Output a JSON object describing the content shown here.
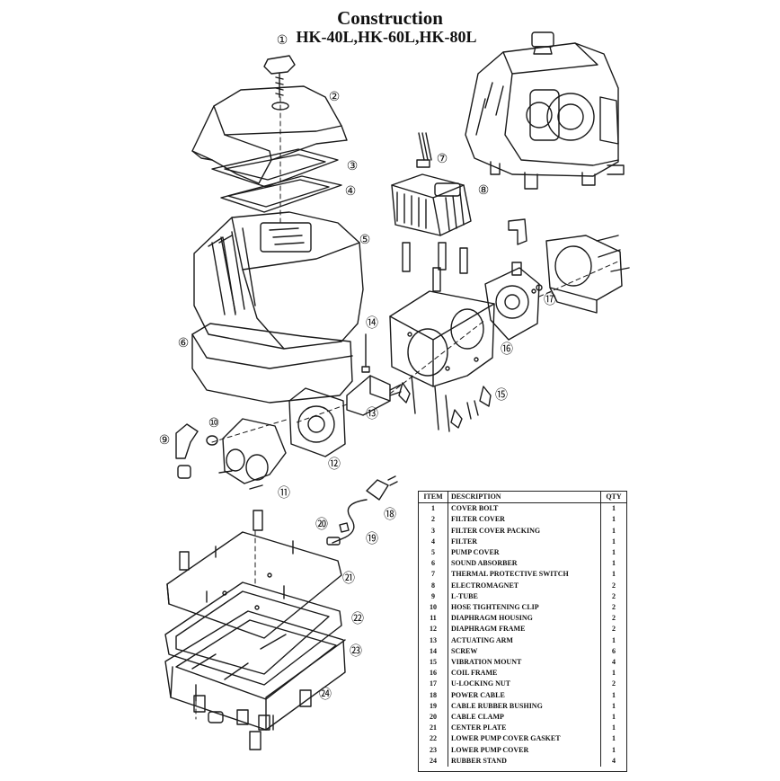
{
  "title": "Construction",
  "subtitle": "HK-40L,HK-60L,HK-80L",
  "callouts": [
    "①",
    "②",
    "③",
    "④",
    "⑤",
    "⑥",
    "⑦",
    "⑧",
    "⑨",
    "⑩",
    "⑪",
    "⑫",
    "⑬",
    "⑭",
    "⑮",
    "⑯",
    "⑰",
    "⑱",
    "⑲",
    "⑳",
    "㉑",
    "㉒",
    "㉓",
    "㉔"
  ],
  "parts_table": {
    "headers": {
      "item": "ITEM",
      "description": "DESCRIPTION",
      "qty": "QTY"
    },
    "rows": [
      {
        "item": "1",
        "description": "COVER BOLT",
        "qty": "1"
      },
      {
        "item": "2",
        "description": "FILTER COVER",
        "qty": "1"
      },
      {
        "item": "3",
        "description": "FILTER COVER PACKING",
        "qty": "1"
      },
      {
        "item": "4",
        "description": "FILTER",
        "qty": "1"
      },
      {
        "item": "5",
        "description": "PUMP COVER",
        "qty": "1"
      },
      {
        "item": "6",
        "description": "SOUND ABSORBER",
        "qty": "1"
      },
      {
        "item": "7",
        "description": "THERMAL PROTECTIVE SWITCH",
        "qty": "1"
      },
      {
        "item": "8",
        "description": "ELECTROMAGNET",
        "qty": "2"
      },
      {
        "item": "9",
        "description": "L-TUBE",
        "qty": "2"
      },
      {
        "item": "10",
        "description": "HOSE TIGHTENING CLIP",
        "qty": "2"
      },
      {
        "item": "11",
        "description": "DIAPHRAGM HOUSING",
        "qty": "2"
      },
      {
        "item": "12",
        "description": "DIAPHRAGM FRAME",
        "qty": "2"
      },
      {
        "item": "13",
        "description": "ACTUATING ARM",
        "qty": "1"
      },
      {
        "item": "14",
        "description": "SCREW",
        "qty": "6"
      },
      {
        "item": "15",
        "description": "VIBRATION MOUNT",
        "qty": "4"
      },
      {
        "item": "16",
        "description": "COIL FRAME",
        "qty": "1"
      },
      {
        "item": "17",
        "description": "U-LOCKING NUT",
        "qty": "2"
      },
      {
        "item": "18",
        "description": "POWER CABLE",
        "qty": "1"
      },
      {
        "item": "19",
        "description": "CABLE RUBBER BUSHING",
        "qty": "1"
      },
      {
        "item": "20",
        "description": "CABLE CLAMP",
        "qty": "1"
      },
      {
        "item": "21",
        "description": "CENTER PLATE",
        "qty": "1"
      },
      {
        "item": "22",
        "description": "LOWER PUMP COVER GASKET",
        "qty": "1"
      },
      {
        "item": "23",
        "description": "LOWER PUMP COVER",
        "qty": "1"
      },
      {
        "item": "24",
        "description": "RUBBER STAND",
        "qty": "4"
      }
    ]
  }
}
